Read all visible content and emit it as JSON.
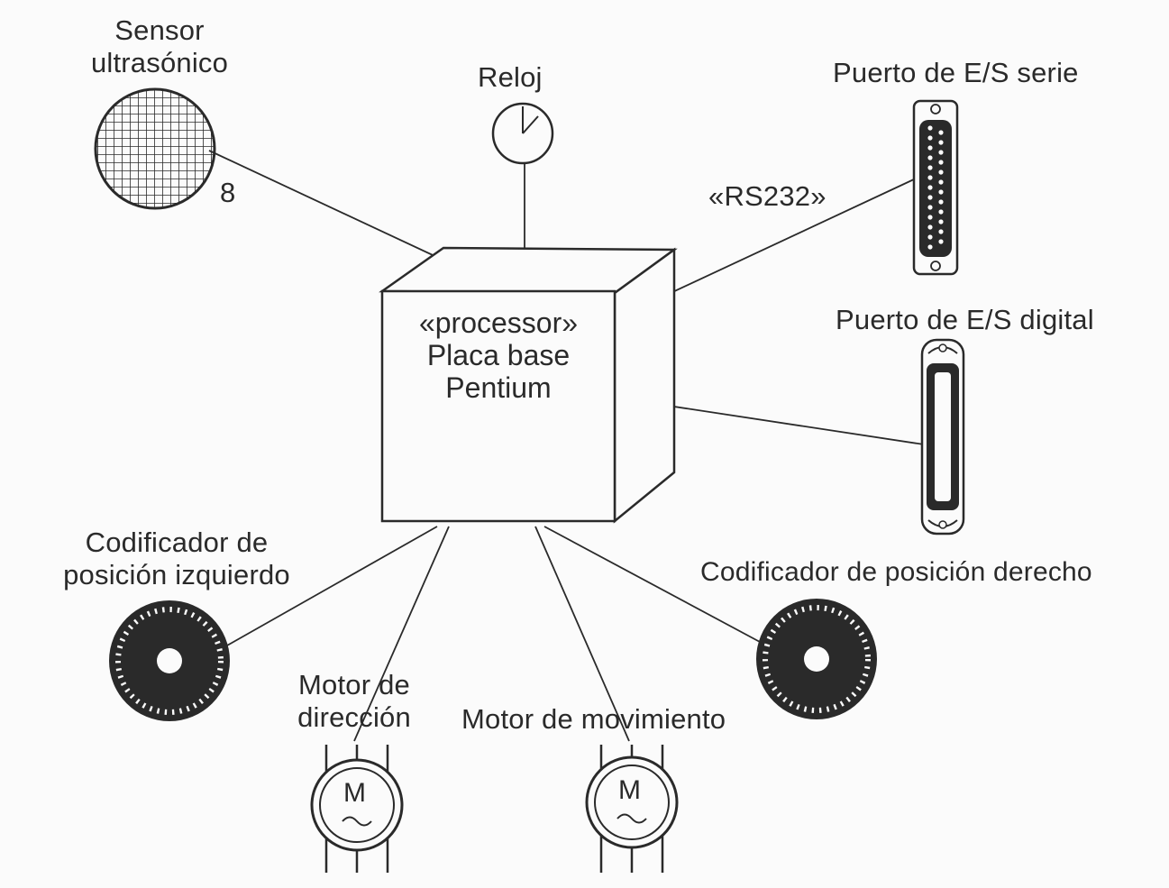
{
  "nodes": {
    "sensor": {
      "label_line1": "Sensor",
      "label_line2": "ultrasónico",
      "multiplicity": "8"
    },
    "clock": {
      "label": "Reloj"
    },
    "serial_port": {
      "label": "Puerto de E/S serie",
      "connection_stereotype": "«RS232»"
    },
    "digital_port": {
      "label": "Puerto de E/S digital"
    },
    "processor": {
      "stereotype": "«processor»",
      "name_line1": "Placa base",
      "name_line2": "Pentium"
    },
    "left_encoder": {
      "label_line1": "Codificador de",
      "label_line2": "posición izquierdo"
    },
    "right_encoder": {
      "label": "Codificador de posición derecho"
    },
    "steering_motor": {
      "label_line1": "Motor de",
      "label_line2": "dirección",
      "symbol": "M"
    },
    "drive_motor": {
      "label": "Motor de movimiento",
      "symbol": "M"
    }
  },
  "colors": {
    "ink": "#2a2a2a",
    "paper": "#fbfbfb"
  }
}
